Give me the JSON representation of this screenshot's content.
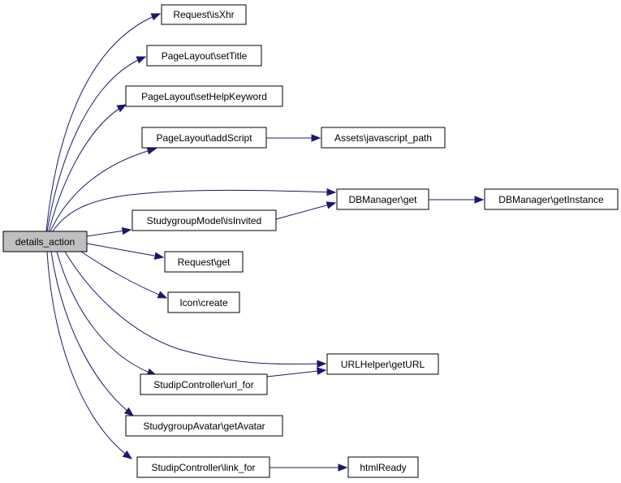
{
  "graph": {
    "colors": {
      "edge": "#191970",
      "root_fill": "#bfbfbf",
      "node_fill": "#ffffff",
      "node_border": "#000000"
    },
    "nodes": {
      "details_action": "details_action",
      "request_isxhr": "Request\\isXhr",
      "pagelayout_settitle": "PageLayout\\setTitle",
      "pagelayout_sethelpkeyword": "PageLayout\\setHelpKeyword",
      "pagelayout_addscript": "PageLayout\\addScript",
      "assets_javascript_path": "Assets\\javascript_path",
      "dbmanager_get": "DBManager\\get",
      "dbmanager_getinstance": "DBManager\\getInstance",
      "studygroupmodel_isinvited": "StudygroupModel\\isInvited",
      "request_get": "Request\\get",
      "icon_create": "Icon\\create",
      "urlhelper_geturl": "URLHelper\\getURL",
      "studipcontroller_url_for": "StudipController\\url_for",
      "studygroupavatar_getavatar": "StudygroupAvatar\\getAvatar",
      "studipcontroller_link_for": "StudipController\\link_for",
      "htmlready": "htmlReady"
    },
    "edges": [
      [
        "details_action",
        "request_isxhr"
      ],
      [
        "details_action",
        "pagelayout_settitle"
      ],
      [
        "details_action",
        "pagelayout_sethelpkeyword"
      ],
      [
        "details_action",
        "pagelayout_addscript"
      ],
      [
        "details_action",
        "dbmanager_get"
      ],
      [
        "details_action",
        "studygroupmodel_isinvited"
      ],
      [
        "details_action",
        "request_get"
      ],
      [
        "details_action",
        "icon_create"
      ],
      [
        "details_action",
        "urlhelper_geturl"
      ],
      [
        "details_action",
        "studipcontroller_url_for"
      ],
      [
        "details_action",
        "studygroupavatar_getavatar"
      ],
      [
        "details_action",
        "studipcontroller_link_for"
      ],
      [
        "pagelayout_addscript",
        "assets_javascript_path"
      ],
      [
        "dbmanager_get",
        "dbmanager_getinstance"
      ],
      [
        "studygroupmodel_isinvited",
        "dbmanager_get"
      ],
      [
        "studipcontroller_url_for",
        "urlhelper_geturl"
      ],
      [
        "studipcontroller_link_for",
        "htmlready"
      ]
    ]
  }
}
